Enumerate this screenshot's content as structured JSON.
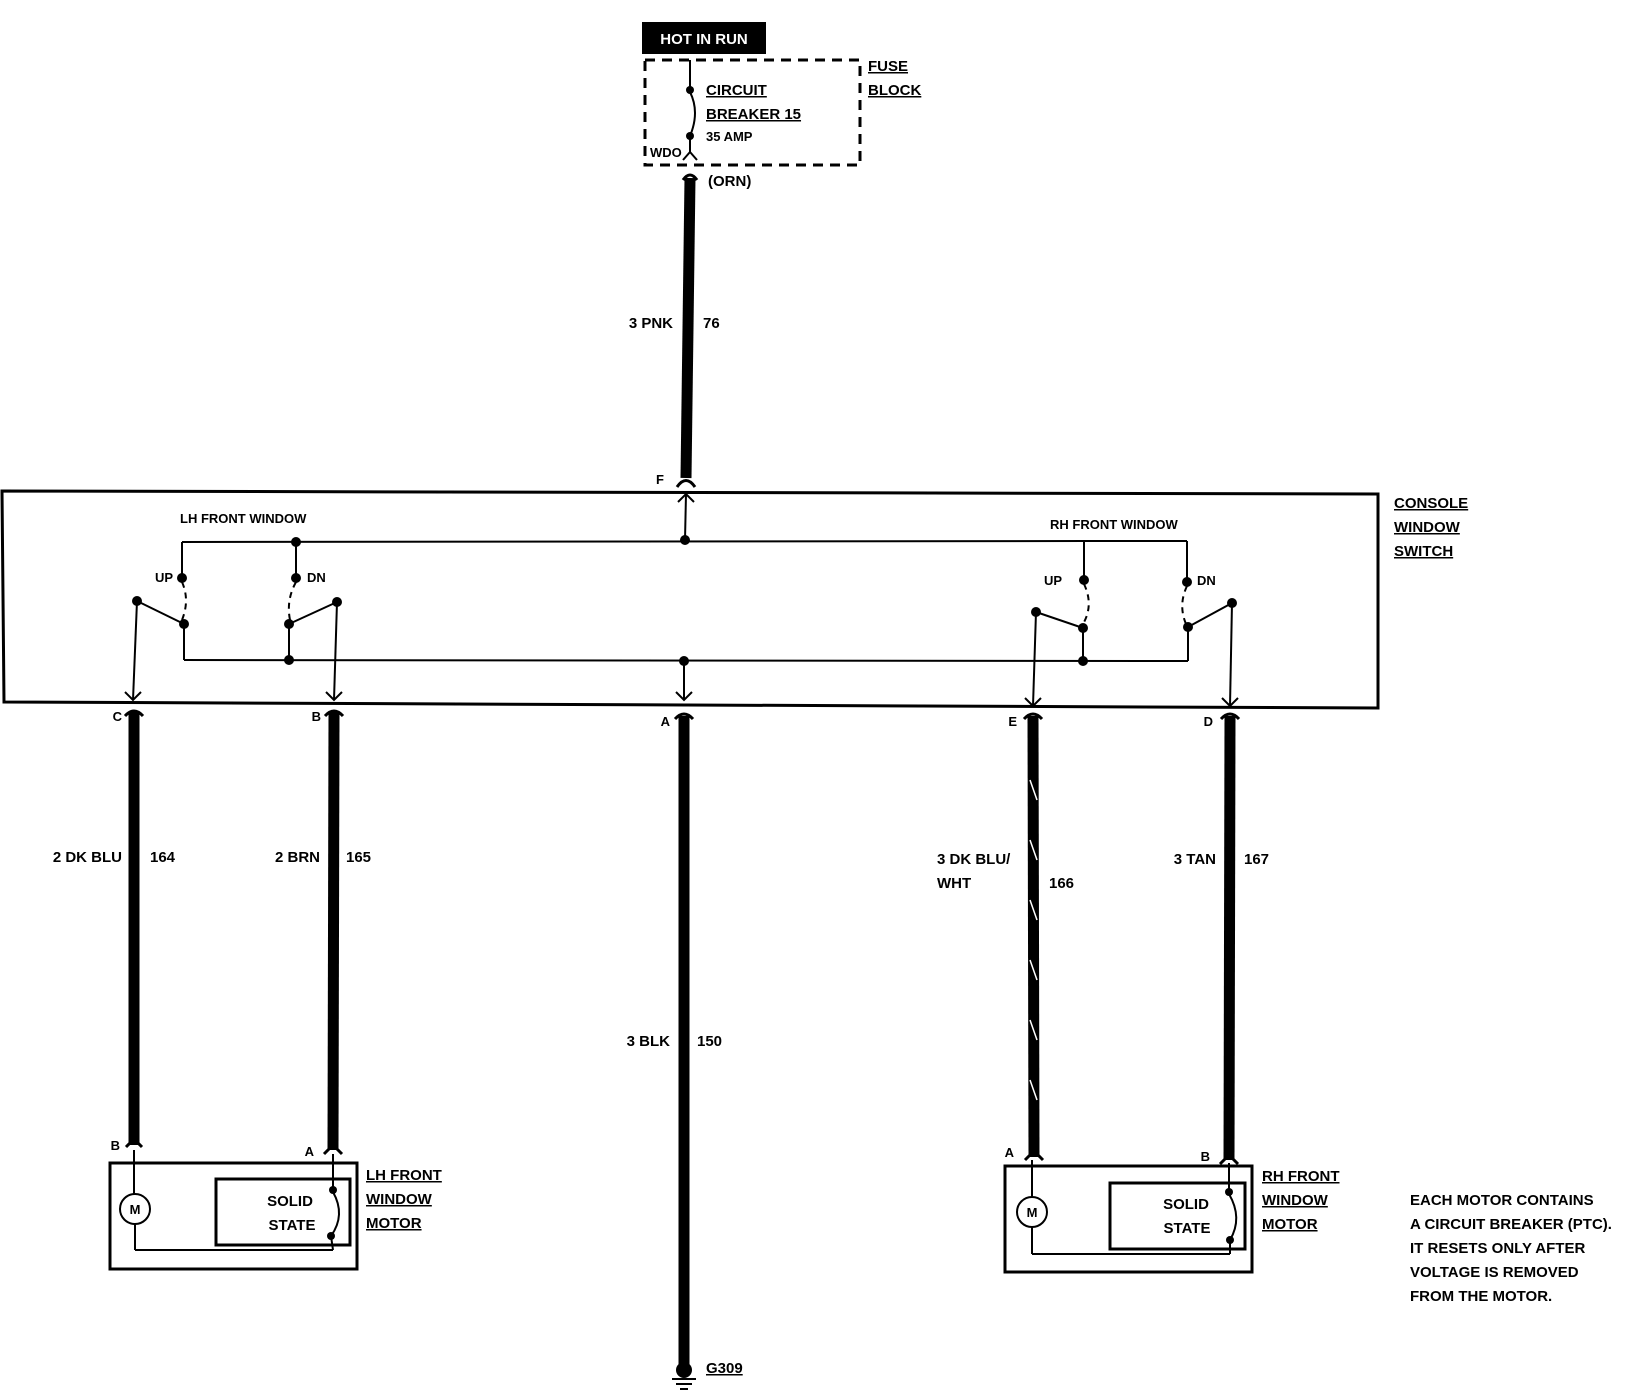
{
  "power": {
    "source_label": "HOT IN RUN"
  },
  "fuse_block": {
    "title_line1": "FUSE",
    "title_line2": "BLOCK",
    "breaker_line1": "CIRCUIT",
    "breaker_line2": "BREAKER 15",
    "rating": "35 AMP",
    "terminal": "WDO",
    "output_color": "(ORN)"
  },
  "feed_wire": {
    "gauge_color": "3 PNK",
    "circuit": "76"
  },
  "console_switch": {
    "title_line1": "CONSOLE",
    "title_line2": "WINDOW",
    "title_line3": "SWITCH",
    "lh_label": "LH FRONT WINDOW",
    "rh_label": "RH FRONT WINDOW",
    "up_label": "UP",
    "dn_label": "DN",
    "pin_f": "F",
    "pin_c": "C",
    "pin_b": "B",
    "pin_a": "A",
    "pin_e": "E",
    "pin_d": "D"
  },
  "wires": {
    "c": {
      "gauge_color": "2 DK BLU",
      "circuit": "164"
    },
    "b": {
      "gauge_color": "2 BRN",
      "circuit": "165"
    },
    "a": {
      "gauge_color": "3 BLK",
      "circuit": "150"
    },
    "e": {
      "gauge_color_line1": "3  DK BLU/",
      "gauge_color_line2": "WHT",
      "circuit": "166"
    },
    "d": {
      "gauge_color": "3 TAN",
      "circuit": "167"
    }
  },
  "ground": {
    "label": "G309"
  },
  "lh_motor": {
    "title_line1": "LH FRONT",
    "title_line2": "WINDOW",
    "title_line3": "MOTOR",
    "pin_b": "B",
    "pin_a": "A",
    "motor_symbol": "M",
    "breaker_line1": "SOLID",
    "breaker_line2": "STATE"
  },
  "rh_motor": {
    "title_line1": "RH FRONT",
    "title_line2": "WINDOW",
    "title_line3": "MOTOR",
    "pin_a": "A",
    "pin_b": "B",
    "motor_symbol": "M",
    "breaker_line1": "SOLID",
    "breaker_line2": "STATE"
  },
  "note": {
    "line1": "EACH MOTOR CONTAINS",
    "line2": "A CIRCUIT BREAKER (PTC).",
    "line3": "IT RESETS ONLY AFTER",
    "line4": "VOLTAGE IS REMOVED",
    "line5": "FROM THE MOTOR."
  }
}
